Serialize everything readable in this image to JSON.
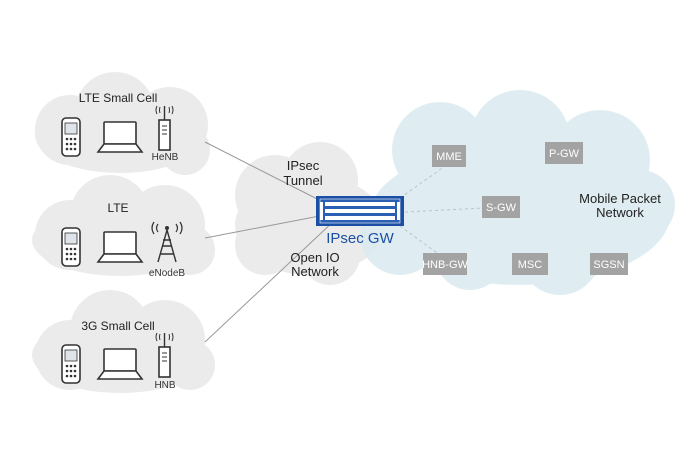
{
  "clusters": {
    "lte_small_cell": {
      "title": "LTE Small Cell",
      "device": "HeNB"
    },
    "lte": {
      "title": "LTE",
      "device": "eNodeB"
    },
    "small_cell_3g": {
      "title": "3G Small Cell",
      "device": "HNB"
    }
  },
  "center": {
    "top_label_1": "IPsec",
    "top_label_2": "Tunnel",
    "gateway_label": "IPsec GW",
    "bottom_label_1": "Open IO",
    "bottom_label_2": "Network"
  },
  "core": {
    "title_1": "Mobile Packet",
    "title_2": "Network",
    "nodes": {
      "mme": "MME",
      "pgw": "P-GW",
      "sgw": "S-GW",
      "hnbgw": "HNB-GW",
      "msc": "MSC",
      "sgsn": "SGSN"
    }
  },
  "colors": {
    "cloud_grey": "#ebebeb",
    "cloud_blue": "#dcecf1",
    "node_grey": "#a3a3a3",
    "gateway_blue": "#1b4fa3",
    "gateway_text": "#1b4fa3"
  }
}
